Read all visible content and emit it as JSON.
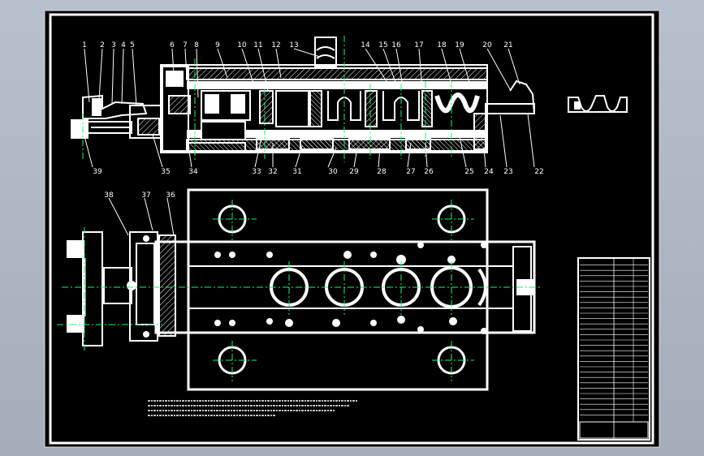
{
  "drawing": {
    "colors": {
      "background": "#000000",
      "frame": "#ffffff",
      "outline": "#ffffff",
      "hatch": "#ffffff",
      "centerline": "#00ff66",
      "callout": "#ffffff"
    },
    "top_callouts": [
      "1",
      "2",
      "3",
      "4",
      "5",
      "6",
      "7",
      "8",
      "9",
      "10",
      "11",
      "12",
      "13",
      "14",
      "15",
      "16",
      "17",
      "18",
      "19",
      "20",
      "21"
    ],
    "bottom_callouts": [
      "39",
      "35",
      "34",
      "33",
      "32",
      "31",
      "30",
      "29",
      "28",
      "27",
      "26",
      "25",
      "24",
      "23",
      "22"
    ],
    "plan_callouts": [
      "38",
      "37",
      "36"
    ],
    "notes": "",
    "title_block": {
      "rows": 30
    }
  }
}
